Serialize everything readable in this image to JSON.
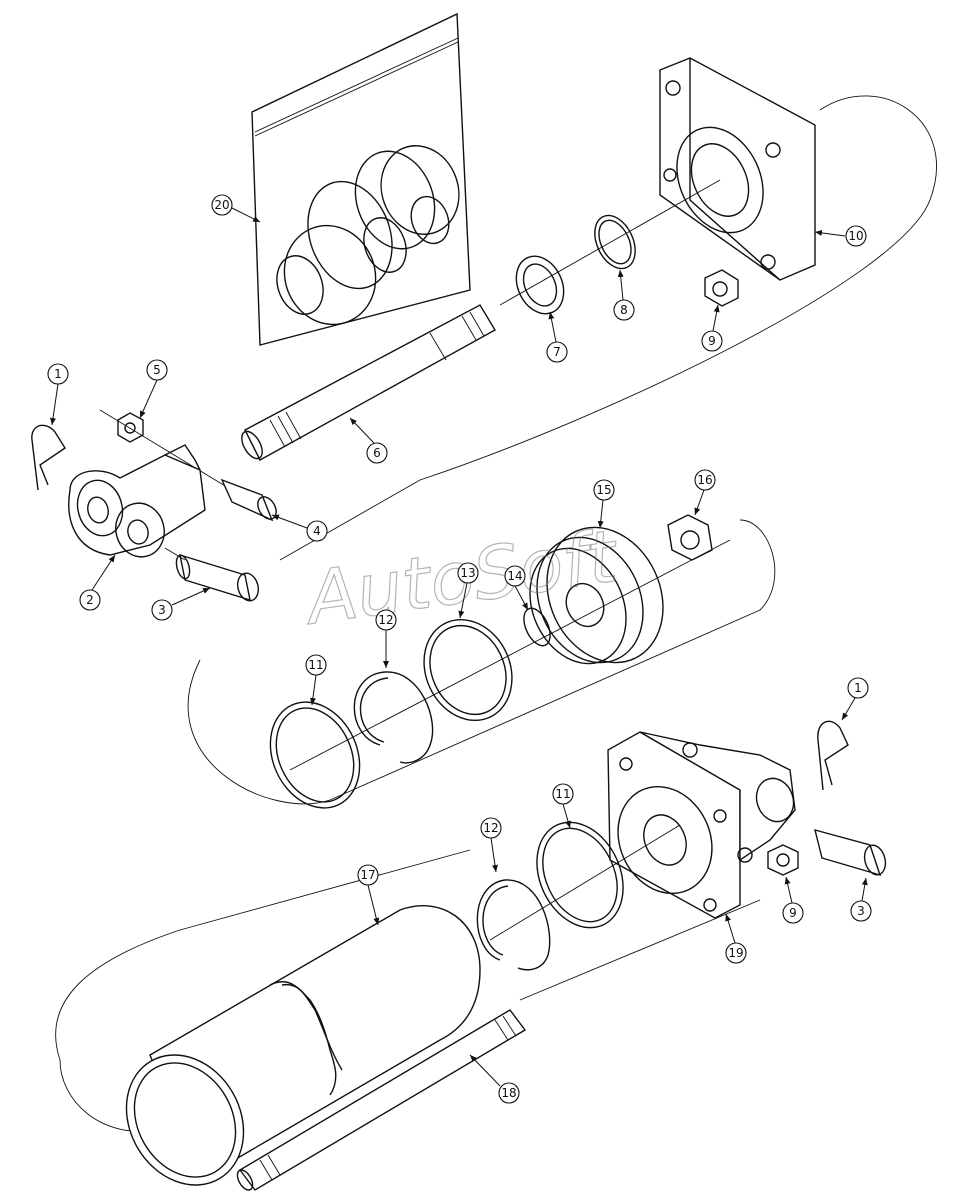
{
  "watermark": "AutoSoft",
  "callouts": [
    "1",
    "2",
    "3",
    "4",
    "5",
    "6",
    "7",
    "8",
    "9",
    "10",
    "11",
    "12",
    "13",
    "14",
    "15",
    "16",
    "17",
    "18",
    "19",
    "20"
  ]
}
